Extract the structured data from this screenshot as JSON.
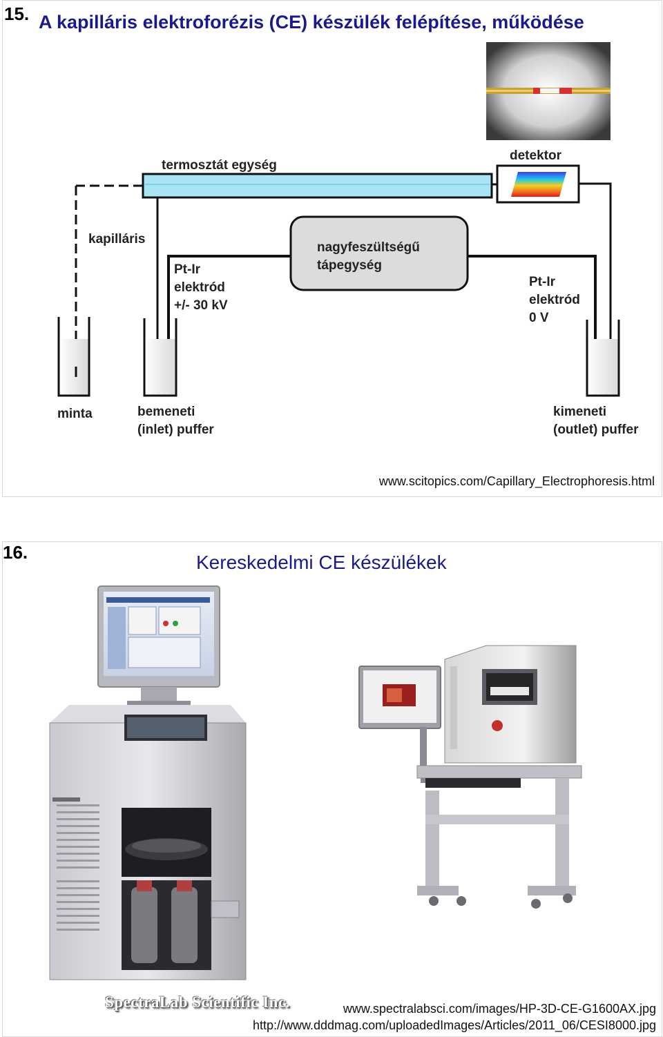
{
  "slide15": {
    "number": "15.",
    "title": "A kapilláris elektroforézis (CE) készülék felépítése, működése",
    "labels": {
      "thermostat": "termosztát egység",
      "detector": "detektor",
      "capillary": "kapilláris",
      "electrode_left_1": "Pt-Ir",
      "electrode_left_2": "elektród",
      "electrode_left_3": "+/- 30 kV",
      "hv_1": "nagyfeszültségű",
      "hv_2": "tápegység",
      "electrode_right_1": "Pt-Ir",
      "electrode_right_2": "elektród",
      "electrode_right_3": "0 V",
      "sample": "minta",
      "inlet_1": "bemeneti",
      "inlet_2": "(inlet) puffer",
      "outlet_1": "kimeneti",
      "outlet_2": "(outlet) puffer"
    },
    "source": "www.scitopics.com/Capillary_Electrophoresis.html"
  },
  "slide16": {
    "number": "16.",
    "title": "Kereskedelmi CE készülékek",
    "watermark": "SpectraLab Scientific Inc.",
    "source_1": "www.spectralabsci.com/images/HP-3D-CE-G1600AX.jpg",
    "source_2": "http://www.dddmag.com/uploadedImages/Articles/2011_06/CESI8000.jpg"
  },
  "colors": {
    "title": "#1a1a8c",
    "thermostat": "#a8e4f4"
  }
}
